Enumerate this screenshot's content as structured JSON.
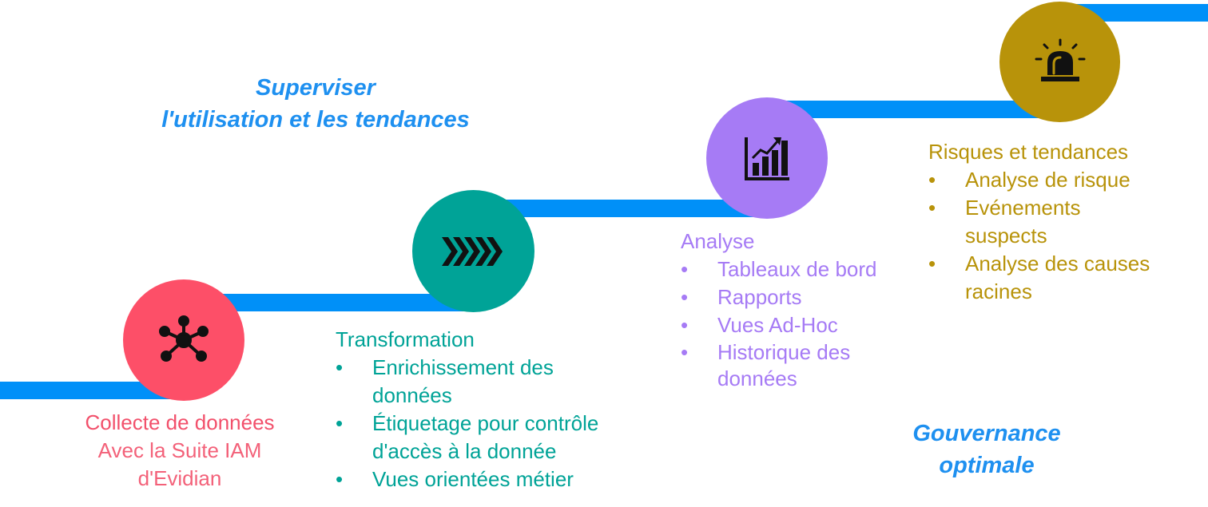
{
  "headings": {
    "supervise_line1": "Superviser",
    "supervise_line2": "l'utilisation et les tendances",
    "governance_line1": "Gouvernance",
    "governance_line2": "optimale"
  },
  "steps": {
    "collect": {
      "title": "Collecte de données",
      "line1": "Avec la Suite IAM",
      "line2": "d'Evidian",
      "color": "#f2506b",
      "icon": "network-hub-icon"
    },
    "transform": {
      "title": "Transformation",
      "color": "#00a397",
      "icon": "chevrons-forward-icon",
      "items": [
        {
          "line1": "Enrichissement des",
          "line2": "données"
        },
        {
          "line1": "Étiquetage pour contrôle",
          "line2": "d'accès à la donnée"
        },
        {
          "line1": "Vues orientées métier",
          "line2": ""
        }
      ]
    },
    "analyse": {
      "title": "Analyse",
      "color": "#a67bf5",
      "icon": "bar-chart-trend-icon",
      "items": [
        {
          "line1": "Tableaux de bord",
          "line2": ""
        },
        {
          "line1": "Rapports",
          "line2": ""
        },
        {
          "line1": "Vues Ad-Hoc",
          "line2": ""
        },
        {
          "line1": "Historique des",
          "line2": "données"
        }
      ]
    },
    "risk": {
      "title": "Risques et tendances",
      "color": "#b8930a",
      "icon": "alarm-siren-icon",
      "items": [
        {
          "line1": "Analyse de risque",
          "line2": ""
        },
        {
          "line1": "Evénements",
          "line2": "suspects"
        },
        {
          "line1": "Analyse des causes",
          "line2": "racines"
        }
      ]
    }
  },
  "bullet_char": "•",
  "colors": {
    "stair": "#0090f8",
    "heading": "#1e90f0"
  }
}
